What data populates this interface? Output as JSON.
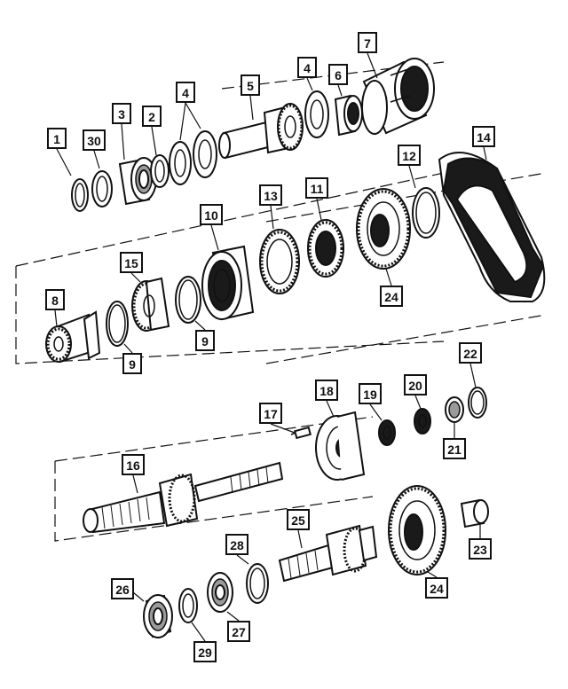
{
  "diagram": {
    "callouts": [
      {
        "id": "c1",
        "label": "1"
      },
      {
        "id": "c30",
        "label": "30"
      },
      {
        "id": "c3",
        "label": "3"
      },
      {
        "id": "c2",
        "label": "2"
      },
      {
        "id": "c4a",
        "label": "4"
      },
      {
        "id": "c5",
        "label": "5"
      },
      {
        "id": "c4b",
        "label": "4"
      },
      {
        "id": "c6",
        "label": "6"
      },
      {
        "id": "c7",
        "label": "7"
      },
      {
        "id": "c14",
        "label": "14"
      },
      {
        "id": "c12",
        "label": "12"
      },
      {
        "id": "c13",
        "label": "13"
      },
      {
        "id": "c11",
        "label": "11"
      },
      {
        "id": "c10",
        "label": "10"
      },
      {
        "id": "c15",
        "label": "15"
      },
      {
        "id": "c8",
        "label": "8"
      },
      {
        "id": "c9a",
        "label": "9"
      },
      {
        "id": "c9b",
        "label": "9"
      },
      {
        "id": "c24a",
        "label": "24"
      },
      {
        "id": "c22",
        "label": "22"
      },
      {
        "id": "c18",
        "label": "18"
      },
      {
        "id": "c19",
        "label": "19"
      },
      {
        "id": "c20",
        "label": "20"
      },
      {
        "id": "c17",
        "label": "17"
      },
      {
        "id": "c21",
        "label": "21"
      },
      {
        "id": "c16",
        "label": "16"
      },
      {
        "id": "c25",
        "label": "25"
      },
      {
        "id": "c28",
        "label": "28"
      },
      {
        "id": "c23",
        "label": "23"
      },
      {
        "id": "c26",
        "label": "26"
      },
      {
        "id": "c27",
        "label": "27"
      },
      {
        "id": "c29",
        "label": "29"
      },
      {
        "id": "c24b",
        "label": "24"
      }
    ]
  }
}
